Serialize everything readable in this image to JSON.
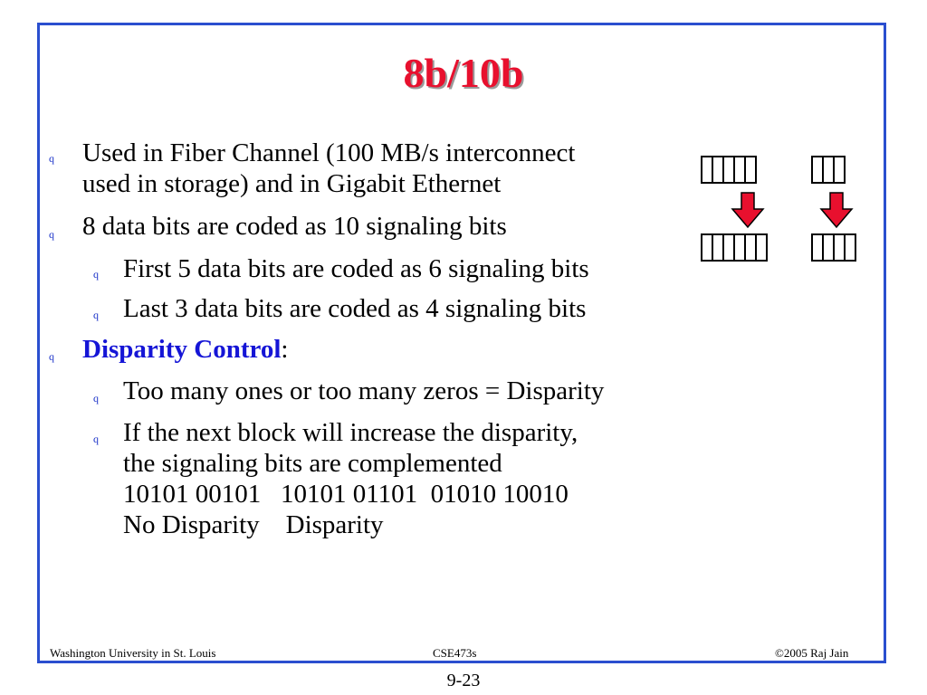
{
  "slide": {
    "title": "8b/10b",
    "bullets": [
      {
        "text": "Used in Fiber Channel (100 MB/s interconnect\nused in storage) and in Gigabit Ethernet"
      },
      {
        "text": "8 data bits are coded as 10 signaling bits"
      },
      {
        "text": "First 5 data bits are coded as 6 signaling bits"
      },
      {
        "text": "Last 3 data bits are coded as 4 signaling bits"
      },
      {
        "label": "Disparity Control",
        "suffix": ":"
      },
      {
        "text": "Too many ones or too many zeros = Disparity"
      },
      {
        "text": "If the next block will increase the disparity,\nthe signaling bits are complemented\n10101 00101   10101 01101  01010 10010\nNo Disparity    Disparity"
      }
    ],
    "marker_glyph": "q"
  },
  "diagram": {
    "top_left_cells": 5,
    "top_right_cells": 3,
    "bottom_left_cells": 6,
    "bottom_right_cells": 4,
    "arrow_color": "#e8102e"
  },
  "footer": {
    "left": "Washington University in St. Louis",
    "center": "CSE473s",
    "right": "©2005 Raj Jain"
  },
  "page_number": "9-23"
}
